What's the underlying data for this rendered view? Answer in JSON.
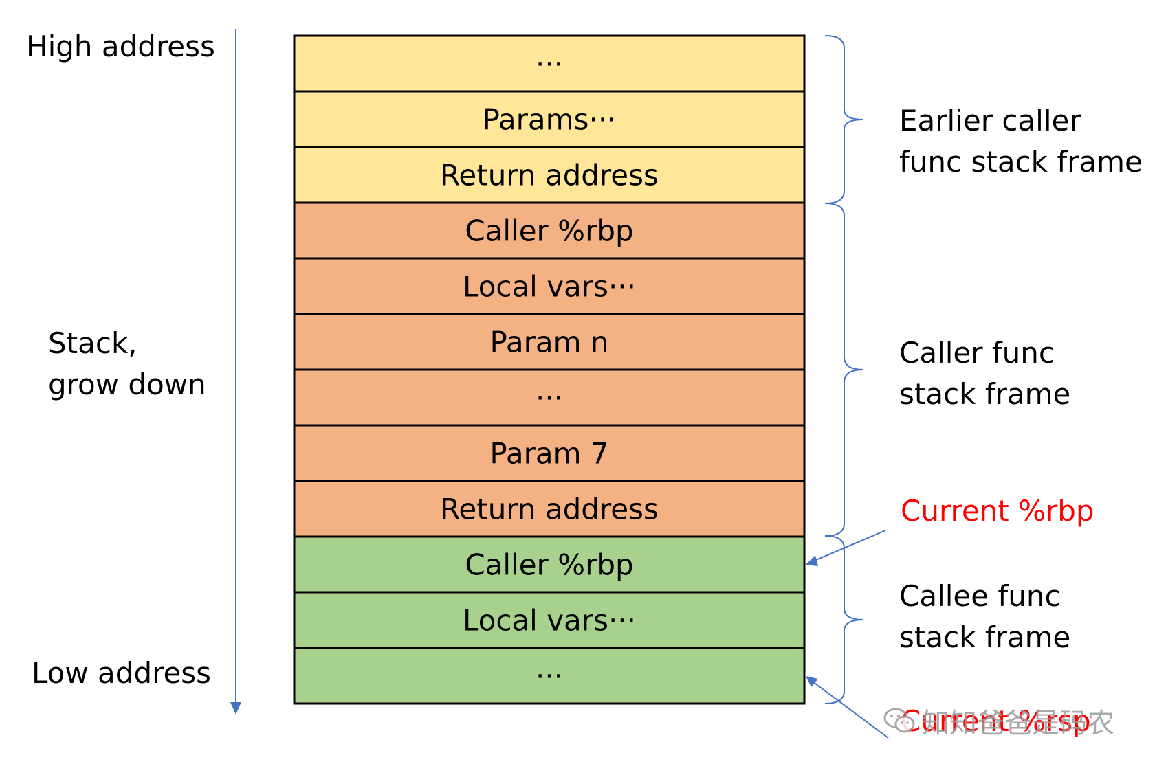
{
  "left_labels": {
    "high": "High address",
    "stack_line1": "Stack,",
    "stack_line2": "grow down",
    "low": "Low address"
  },
  "stack_cells": [
    {
      "text": "···",
      "frame": "earlier"
    },
    {
      "text": "Params···",
      "frame": "earlier"
    },
    {
      "text": "Return address",
      "frame": "earlier"
    },
    {
      "text": "Caller %rbp",
      "frame": "caller"
    },
    {
      "text": "Local vars···",
      "frame": "caller"
    },
    {
      "text": "Param n",
      "frame": "caller"
    },
    {
      "text": "···",
      "frame": "caller"
    },
    {
      "text": "Param 7",
      "frame": "caller"
    },
    {
      "text": "Return address",
      "frame": "caller"
    },
    {
      "text": "Caller %rbp",
      "frame": "callee"
    },
    {
      "text": "Local vars···",
      "frame": "callee"
    },
    {
      "text": "···",
      "frame": "callee"
    }
  ],
  "frame_colors": {
    "earlier": "#FFE699",
    "caller": "#F4B183",
    "callee": "#A9D18E"
  },
  "arrow_color": "#4472C4",
  "pointer_color": "#FF0000",
  "right_labels": {
    "earlier_line1": "Earlier caller",
    "earlier_line2": "func stack frame",
    "caller_line1": "Caller func",
    "caller_line2": "stack frame",
    "current_rbp": "Current %rbp",
    "callee_line1": "Callee func",
    "callee_line2": "stack frame",
    "current_rsp": "Current %rsp"
  },
  "watermark": {
    "icon": "wechat-icon",
    "text": "知知爸爸是码农"
  }
}
